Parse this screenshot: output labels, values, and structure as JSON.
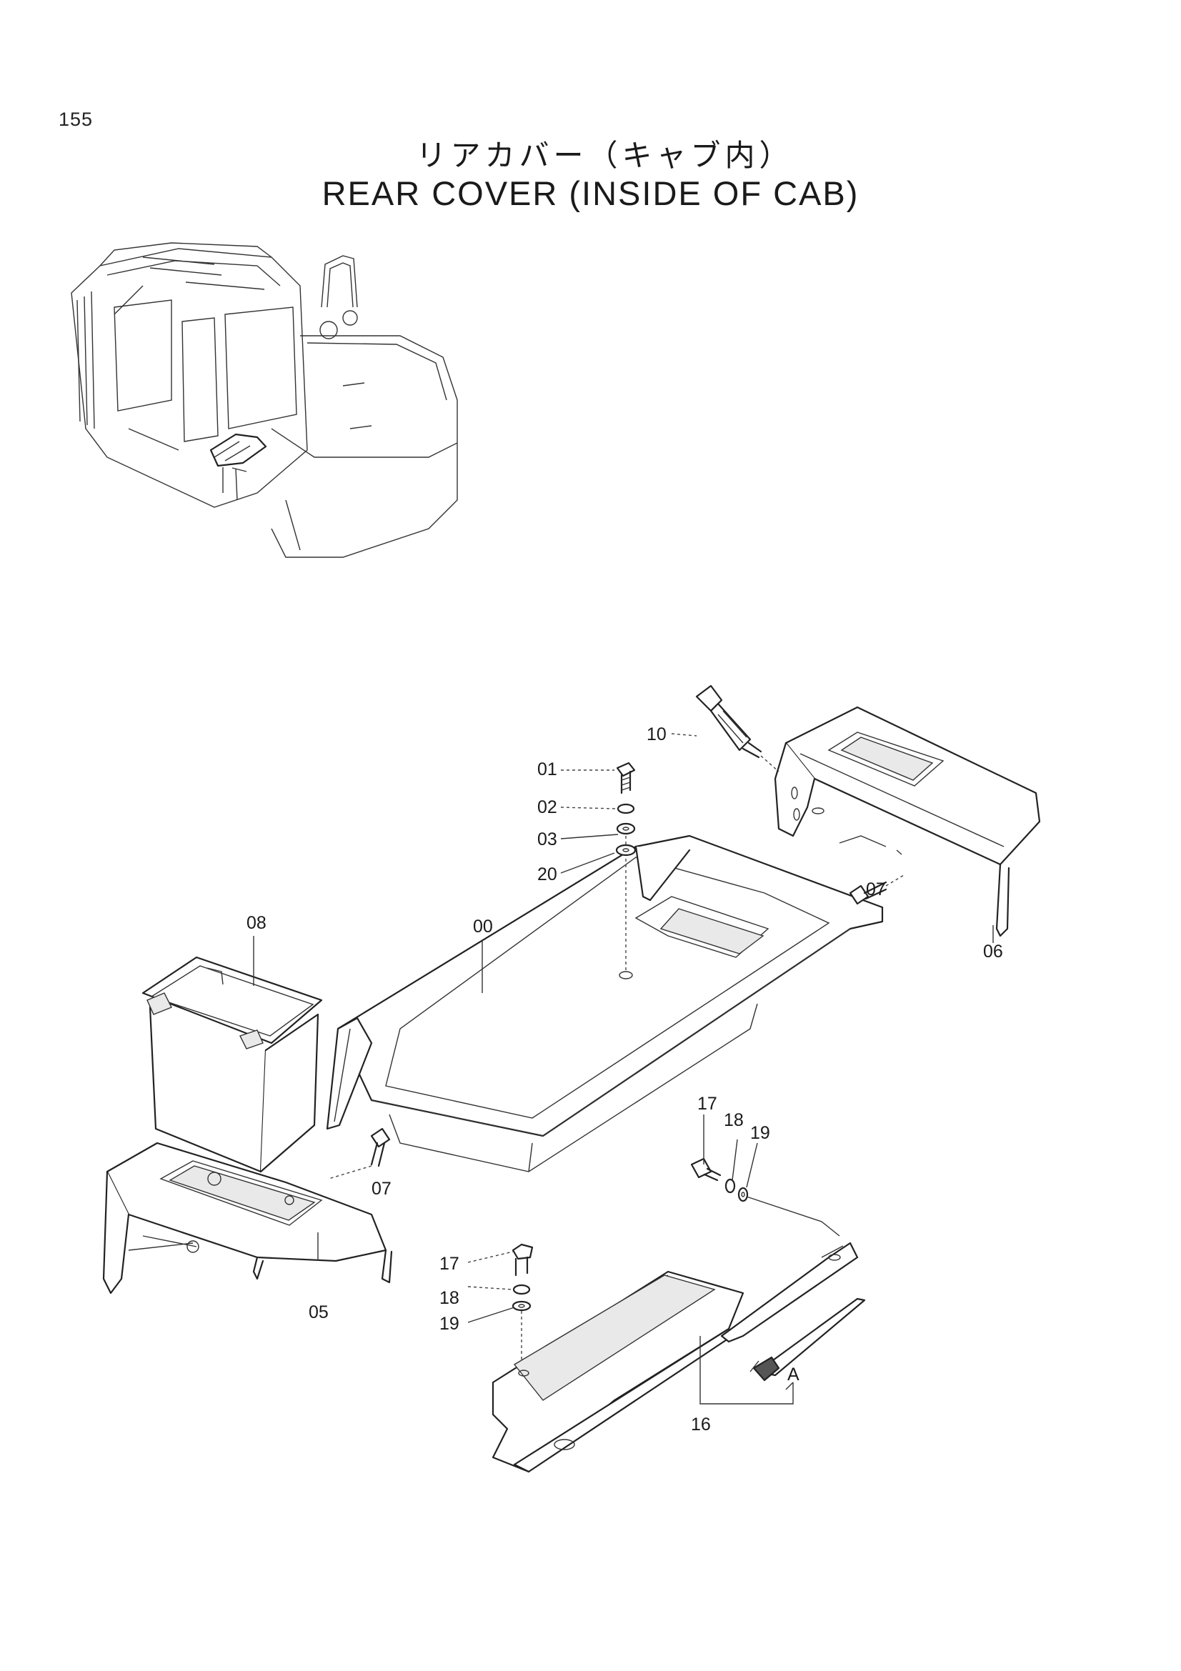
{
  "page": {
    "number": "155",
    "title_jp": "リアカバー（キャブ内）",
    "title_en": "REAR COVER (INSIDE OF CAB)"
  },
  "callouts": {
    "c00": "00",
    "c01": "01",
    "c02": "02",
    "c03": "03",
    "c05": "05",
    "c06": "06",
    "c07": "07",
    "c08": "08",
    "c10": "10",
    "c16": "16",
    "c17": "17",
    "c18": "18",
    "c19": "19",
    "c20": "20",
    "cA": "A"
  }
}
